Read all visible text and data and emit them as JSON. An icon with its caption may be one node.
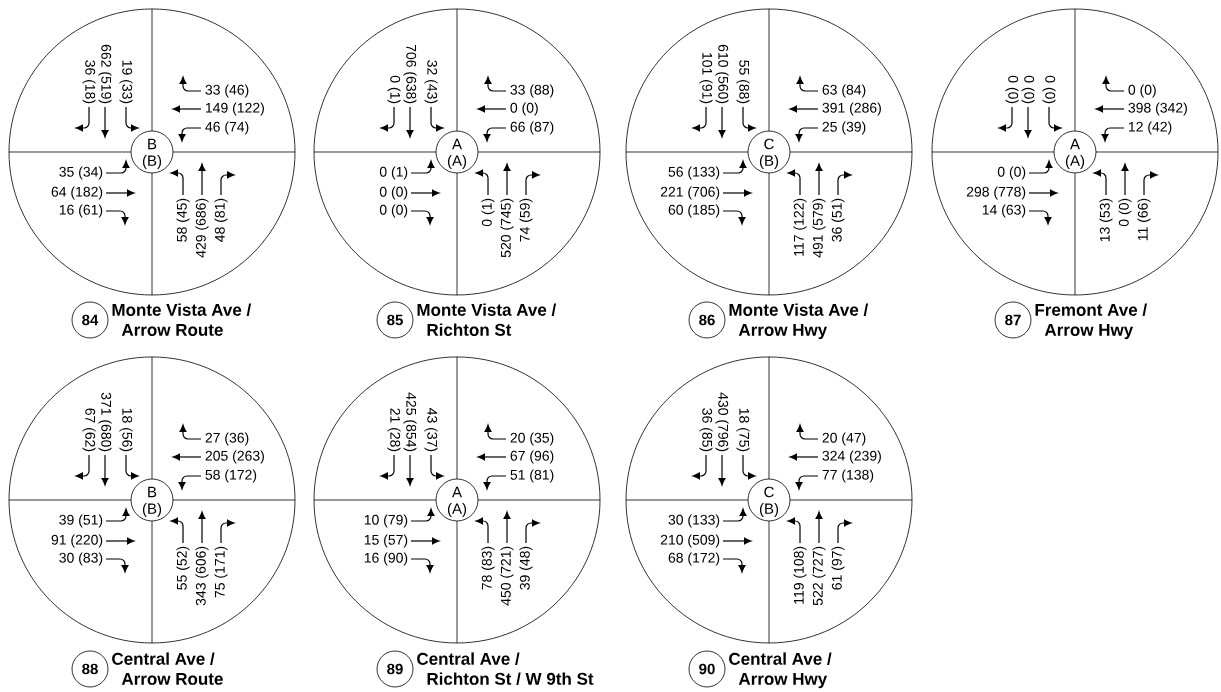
{
  "diagram": {
    "nodes": [
      {
        "text": [
          "36 (18)",
          "662 (519)",
          "19 (33)",
          "33 (46)",
          "149 (122)",
          "46 (74)",
          "35 (34)",
          "64 (182)",
          "16 (61)",
          "58 (45)",
          "429 (686)",
          "48 (81)"
        ]
      },
      {
        "text": [
          "B",
          "(B)"
        ],
        "in": 0
      },
      {
        "text": [
          "84"
        ],
        "beside": [
          "Monte Vista Ave / Arrow Route"
        ]
      },
      {
        "text": [
          "0 (1)",
          "706 (638)",
          "32 (43)",
          "33 (88)",
          "0 (0)",
          "66 (87)",
          "0 (1)",
          "0 (0)",
          "0 (0)",
          "0 (1)",
          "520 (745)",
          "74 (59)"
        ]
      },
      {
        "text": [
          "A",
          "(A)"
        ],
        "in": 3
      },
      {
        "text": [
          "85"
        ],
        "beside": [
          "Monte Vista Ave / Richton St"
        ]
      },
      {
        "text": [
          "101 (91)",
          "610 (560)",
          "55 (88)",
          "63 (84)",
          "391 (286)",
          "25 (39)",
          "56 (133)",
          "221 (706)",
          "60 (185)",
          "117 (122)",
          "491 (579)",
          "36 (51)"
        ]
      },
      {
        "text": [
          "C",
          "(B)"
        ],
        "in": 6
      },
      {
        "text": [
          "86"
        ],
        "beside": [
          "Monte Vista Ave / Arrow Hwy"
        ]
      },
      {
        "text": [
          "0 (0)",
          "0 (0)",
          "0 (0)",
          "0 (0)",
          "398 (342)",
          "12 (42)",
          "0 (0)",
          "298 (778)",
          "14 (63)",
          "13 (53)",
          "0 (0)",
          "11 (66)"
        ]
      },
      {
        "text": [
          "A",
          "(A)"
        ],
        "in": 9
      },
      {
        "text": [
          "87"
        ],
        "beside": [
          "Fremont Ave / Arrow Hwy"
        ]
      },
      {
        "text": [
          "67 (62)",
          "371 (680)",
          "18 (56)",
          "27 (36)",
          "205 (263)",
          "58 (172)",
          "39 (51)",
          "91 (220)",
          "30 (83)",
          "55 (52)",
          "343 (606)",
          "75 (171)"
        ]
      },
      {
        "text": [
          "B",
          "(B)"
        ],
        "in": 12
      },
      {
        "text": [
          "88"
        ],
        "beside": [
          "Central Ave / Arrow Route"
        ]
      },
      {
        "text": [
          "21 (28)",
          "425 (854)",
          "43 (37)",
          "20 (35)",
          "67 (96)",
          "51 (81)",
          "10 (79)",
          "15 (57)",
          "16 (90)",
          "78 (83)",
          "450 (721)",
          "39 (48)"
        ]
      },
      {
        "text": [
          "A",
          "(A)"
        ],
        "in": 15
      },
      {
        "text": [
          "89"
        ],
        "beside": [
          "Central Ave / Richton St / W 9th St"
        ]
      },
      {
        "text": [
          "36 (85)",
          "430 (796)",
          "18 (75)",
          "20 (47)",
          "324 (239)",
          "77 (138)",
          "30 (133)",
          "210 (509)",
          "68 (172)",
          "119 (108)",
          "522 (727)",
          "61 (97)"
        ]
      },
      {
        "text": [
          "C",
          "(B)"
        ],
        "in": 18
      },
      {
        "text": [
          "90"
        ],
        "beside": [
          "Central Ave / Arrow Hwy"
        ]
      }
    ]
  }
}
